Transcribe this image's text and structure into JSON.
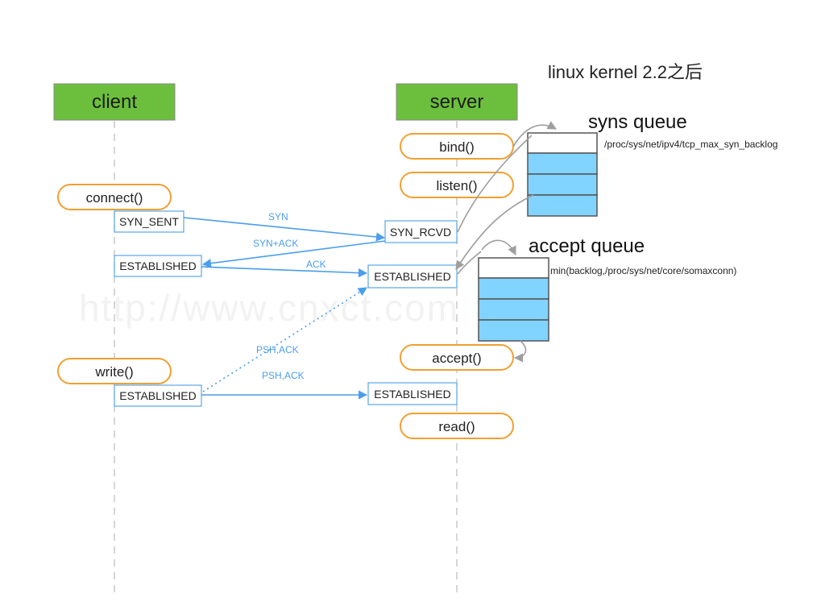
{
  "title": "linux  kernel 2.2之后",
  "watermark": "http://www.cnxct.com",
  "headers": {
    "client": "client",
    "server": "server"
  },
  "client_calls": {
    "connect": "connect()",
    "write": "write()"
  },
  "server_calls": {
    "bind": "bind()",
    "listen": "listen()",
    "accept": "accept()",
    "read": "read()"
  },
  "client_states": {
    "syn_sent": "SYN_SENT",
    "established_1": "ESTABLISHED",
    "established_2": "ESTABLISHED"
  },
  "server_states": {
    "syn_rcvd": "SYN_RCVD",
    "established_1": "ESTABLISHED",
    "established_2": "ESTABLISHED"
  },
  "messages": {
    "syn": "SYN",
    "syn_ack": "SYN+ACK",
    "ack": "ACK",
    "psh_ack_dotted": "PSH,ACK",
    "psh_ack": "PSH,ACK"
  },
  "syns_queue": {
    "title": "syns queue",
    "note": "/proc/sys/net/ipv4/tcp_max_syn_backlog"
  },
  "accept_queue": {
    "title": "accept queue",
    "note": "min(backlog,/proc/sys/net/core/somaxconn)"
  },
  "colors": {
    "header_green": "#6cbf3c",
    "call_orange": "#f0a030",
    "message_blue": "#4a9eea",
    "queue_cell_blue": "#80d4ff"
  }
}
